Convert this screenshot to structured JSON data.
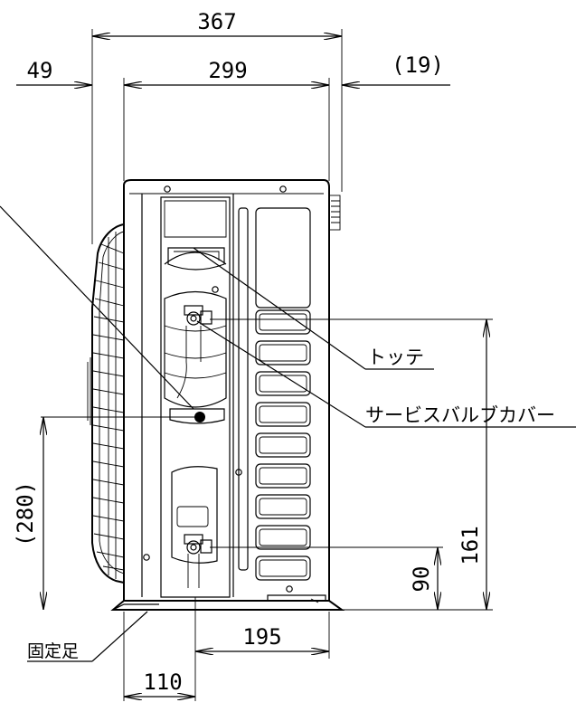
{
  "dimensions": {
    "total_width": "367",
    "left_offset": "49",
    "body_width": "299",
    "right_offset": "(19)",
    "height_280": "(280)",
    "height_161": "161",
    "height_90": "90",
    "width_195": "195",
    "width_110": "110"
  },
  "labels": {
    "handle": "トッテ",
    "service_valve_cover": "サービスバルブカバー",
    "fixed_foot": "固定足"
  }
}
